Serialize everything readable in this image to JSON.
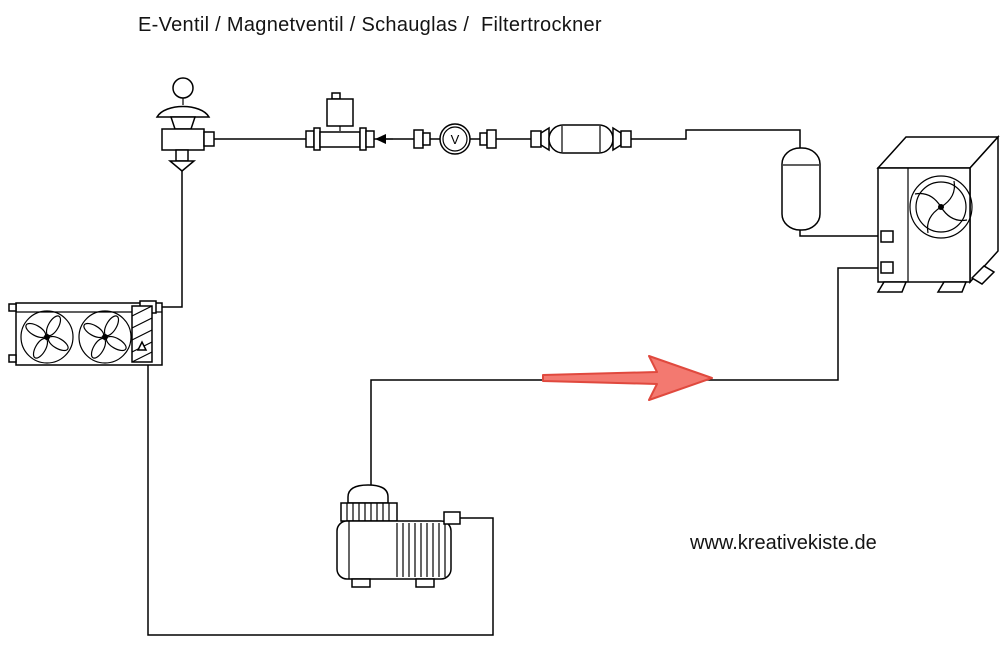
{
  "page": {
    "title": "E-Ventil / Magnetventil / Schauglas /  Filtertrockner",
    "watermark": "www.kreativekiste.de",
    "background_color": "#ffffff",
    "line_color": "#000000"
  },
  "diagram": {
    "kind": "refrigeration-circuit",
    "components": [
      "expansion-valve",
      "solenoid-valve",
      "sight-glass",
      "filter-drier",
      "receiver",
      "condenser-unit",
      "evaporator",
      "compressor"
    ],
    "sight_glass": {
      "letter": "V"
    },
    "solenoid_valve": {
      "coil_color": "#1d1dd0"
    },
    "flow_arrow": {
      "direction": "right",
      "fill_color": "#f37970",
      "stroke_color": "#e0493e"
    }
  }
}
